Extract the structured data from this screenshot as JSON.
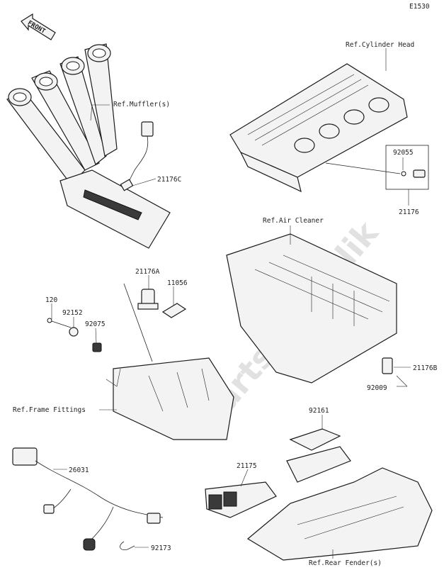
{
  "diagram_code": "E1530",
  "front_label": "FRONT",
  "watermark": "PartsRepublik",
  "refs": {
    "mufflers": "Ref.Muffler(s)",
    "cylinder_head": "Ref.Cylinder Head",
    "air_cleaner": "Ref.Air Cleaner",
    "frame_fittings": "Ref.Frame Fittings",
    "rear_fenders": "Ref.Rear Fender(s)"
  },
  "parts": {
    "p21176C": "21176C",
    "p92055": "92055",
    "p21176": "21176",
    "p21176A": "21176A",
    "p11056": "11056",
    "p120": "120",
    "p92152": "92152",
    "p92075": "92075",
    "p21176B": "21176B",
    "p92009": "92009",
    "p92161": "92161",
    "p21175": "21175",
    "p26031": "26031",
    "p92173": "92173"
  }
}
